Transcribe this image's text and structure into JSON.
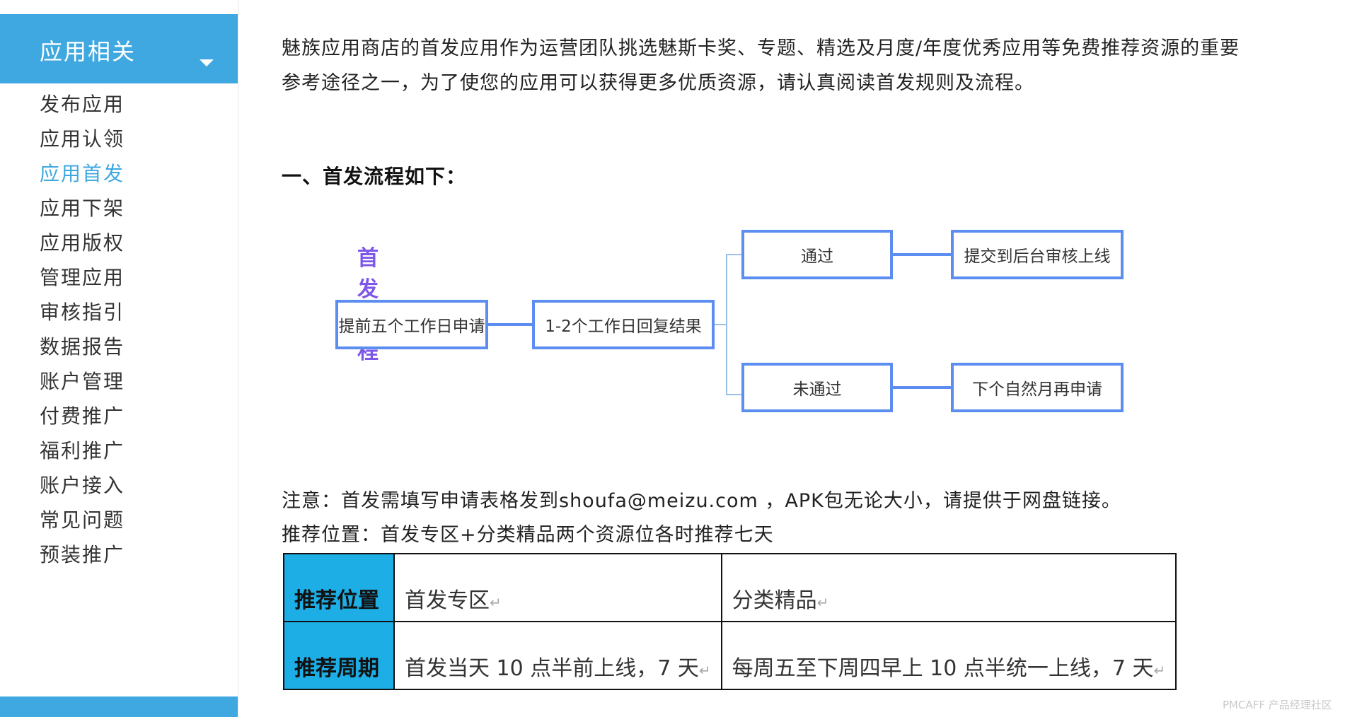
{
  "sidebar": {
    "header": "应用相关",
    "items": [
      {
        "label": "发布应用",
        "active": false
      },
      {
        "label": "应用认领",
        "active": false
      },
      {
        "label": "应用首发",
        "active": true
      },
      {
        "label": "应用下架",
        "active": false
      },
      {
        "label": "应用版权",
        "active": false
      },
      {
        "label": "管理应用",
        "active": false
      },
      {
        "label": "审核指引",
        "active": false
      },
      {
        "label": "数据报告",
        "active": false
      },
      {
        "label": "账户管理",
        "active": false
      },
      {
        "label": "付费推广",
        "active": false
      },
      {
        "label": "福利推广",
        "active": false
      },
      {
        "label": "账户接入",
        "active": false
      },
      {
        "label": "常见问题",
        "active": false
      },
      {
        "label": "预装推广",
        "active": false
      }
    ]
  },
  "content": {
    "intro_line1": "魅族应用商店的首发应用作为运营团队挑选魅斯卡奖、专题、精选及月度/年度优秀应用等免费推荐资源的重要",
    "intro_line2": "参考途径之一，为了使您的应用可以获得更多优质资源，请认真阅读首发规则及流程。",
    "section_title": "一、首发流程如下：",
    "flow": {
      "title": "首发流程",
      "step1": "提前五个工作日申请",
      "step2": "1-2个工作日回复结果",
      "pass": "通过",
      "pass_next": "提交到后台审核上线",
      "fail": "未通过",
      "fail_next": "下个自然月再申请"
    },
    "note": "注意：首发需填写申请表格发到shoufa@meizu.com ，APK包无论大小，请提供于网盘链接。",
    "position_line": "推荐位置：首发专区+分类精品两个资源位各时推荐七天",
    "table": {
      "row1": {
        "head": "推荐位置",
        "col1": "首发专区",
        "col2": "分类精品"
      },
      "row2": {
        "head": "推荐周期",
        "col1": "首发当天 10 点半前上线，7 天",
        "col2": "每周五至下周四早上 10 点半统一上线，7 天"
      }
    }
  },
  "watermark": "PMCAFF 产品经理社区",
  "colors": {
    "accent": "#3fa8e0",
    "flow_border": "#5b8ef0",
    "table_head": "#1eaee6",
    "flow_title": "#7e57e8"
  }
}
